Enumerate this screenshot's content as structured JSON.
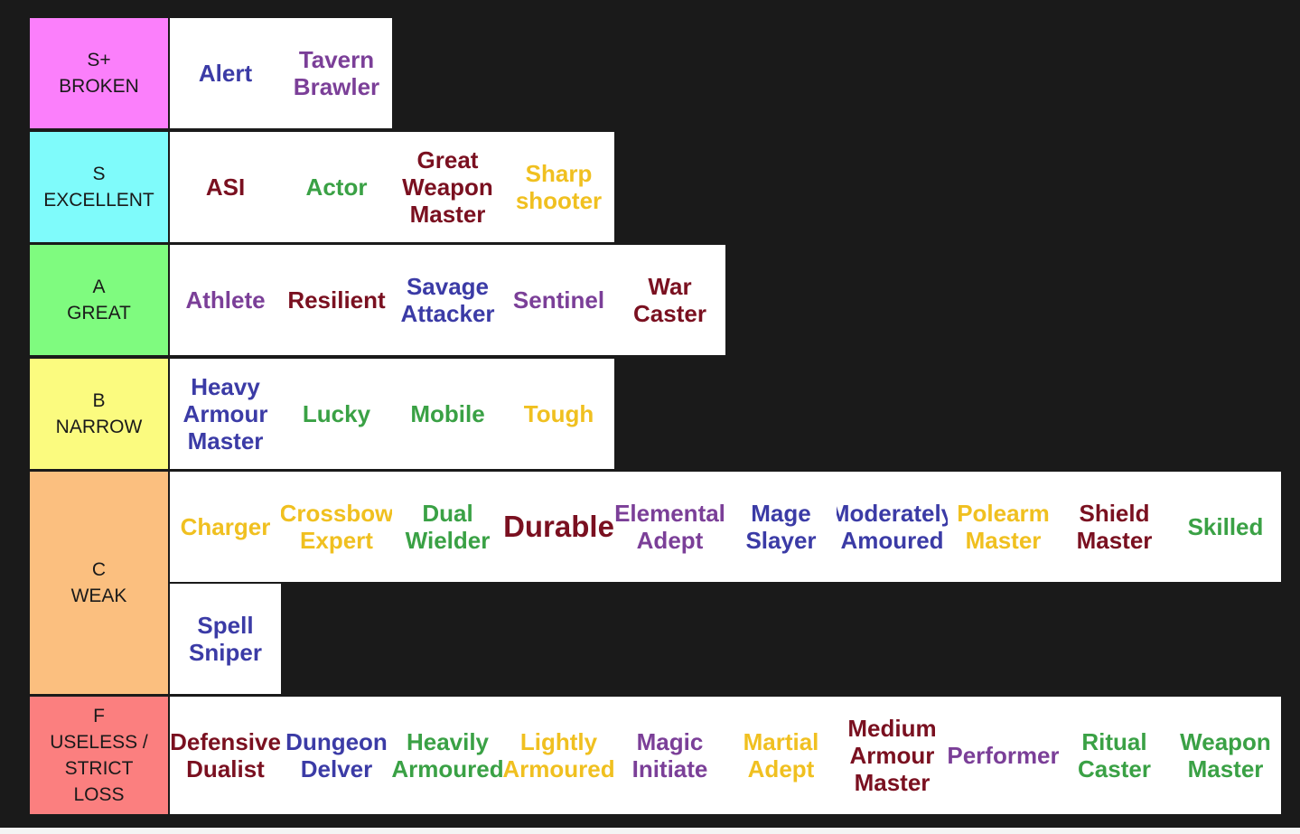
{
  "colors": {
    "purple": "#7b3f98",
    "blue": "#3b3ba6",
    "maroon": "#7a1020",
    "green": "#3aa145",
    "gold": "#f0c020",
    "background": "#1a1a1a"
  },
  "tiers": [
    {
      "name": "S+\nBROKEN",
      "color": "#fb7ffb",
      "items": [
        {
          "name": "Alert",
          "color": "blue"
        },
        {
          "name": "Tavern\nBrawler",
          "color": "purple"
        }
      ]
    },
    {
      "name": "S\nEXCELLENT",
      "color": "#7ffbfb",
      "items": [
        {
          "name": "ASI",
          "color": "maroon"
        },
        {
          "name": "Actor",
          "color": "green"
        },
        {
          "name": "Great\nWeapon\nMaster",
          "color": "maroon"
        },
        {
          "name": "Sharp\nshooter",
          "color": "gold"
        }
      ]
    },
    {
      "name": "A\nGREAT",
      "color": "#7ffb7f",
      "items": [
        {
          "name": "Athlete",
          "color": "purple"
        },
        {
          "name": "Resilient",
          "color": "maroon"
        },
        {
          "name": "Savage\nAttacker",
          "color": "blue"
        },
        {
          "name": "Sentinel",
          "color": "purple"
        },
        {
          "name": "War\nCaster",
          "color": "maroon"
        }
      ]
    },
    {
      "name": "B\nNARROW",
      "color": "#fbfb7f",
      "items": [
        {
          "name": "Heavy\nArmour\nMaster",
          "color": "blue"
        },
        {
          "name": "Lucky",
          "color": "green"
        },
        {
          "name": "Mobile",
          "color": "green"
        },
        {
          "name": "Tough",
          "color": "gold"
        }
      ]
    },
    {
      "name": "C\nWEAK",
      "color": "#fbbf7f",
      "items": [
        {
          "name": "Charger",
          "color": "gold"
        },
        {
          "name": "Crossbow\nExpert",
          "color": "gold"
        },
        {
          "name": "Dual\nWielder",
          "color": "green"
        },
        {
          "name": "Durable",
          "color": "maroon"
        },
        {
          "name": "Elemental\nAdept",
          "color": "purple"
        },
        {
          "name": "Mage\nSlayer",
          "color": "blue"
        },
        {
          "name": "Moderately\nAmoured",
          "color": "blue"
        },
        {
          "name": "Polearm\nMaster",
          "color": "gold"
        },
        {
          "name": "Shield\nMaster",
          "color": "maroon"
        },
        {
          "name": "Skilled",
          "color": "green"
        },
        {
          "name": "Spell\nSniper",
          "color": "blue"
        }
      ]
    },
    {
      "name": "F\nUSELESS /\nSTRICT\nLOSS",
      "color": "#fb7f7f",
      "items": [
        {
          "name": "Defensive\nDualist",
          "color": "maroon"
        },
        {
          "name": "Dungeon\nDelver",
          "color": "blue"
        },
        {
          "name": "Heavily\nArmoured",
          "color": "green"
        },
        {
          "name": "Lightly\nArmoured",
          "color": "gold"
        },
        {
          "name": "Magic\nInitiate",
          "color": "purple"
        },
        {
          "name": "Martial\nAdept",
          "color": "gold"
        },
        {
          "name": "Medium\nArmour\nMaster",
          "color": "maroon"
        },
        {
          "name": "Performer",
          "color": "purple"
        },
        {
          "name": "Ritual\nCaster",
          "color": "green"
        },
        {
          "name": "Weapon\nMaster",
          "color": "green"
        }
      ]
    }
  ]
}
